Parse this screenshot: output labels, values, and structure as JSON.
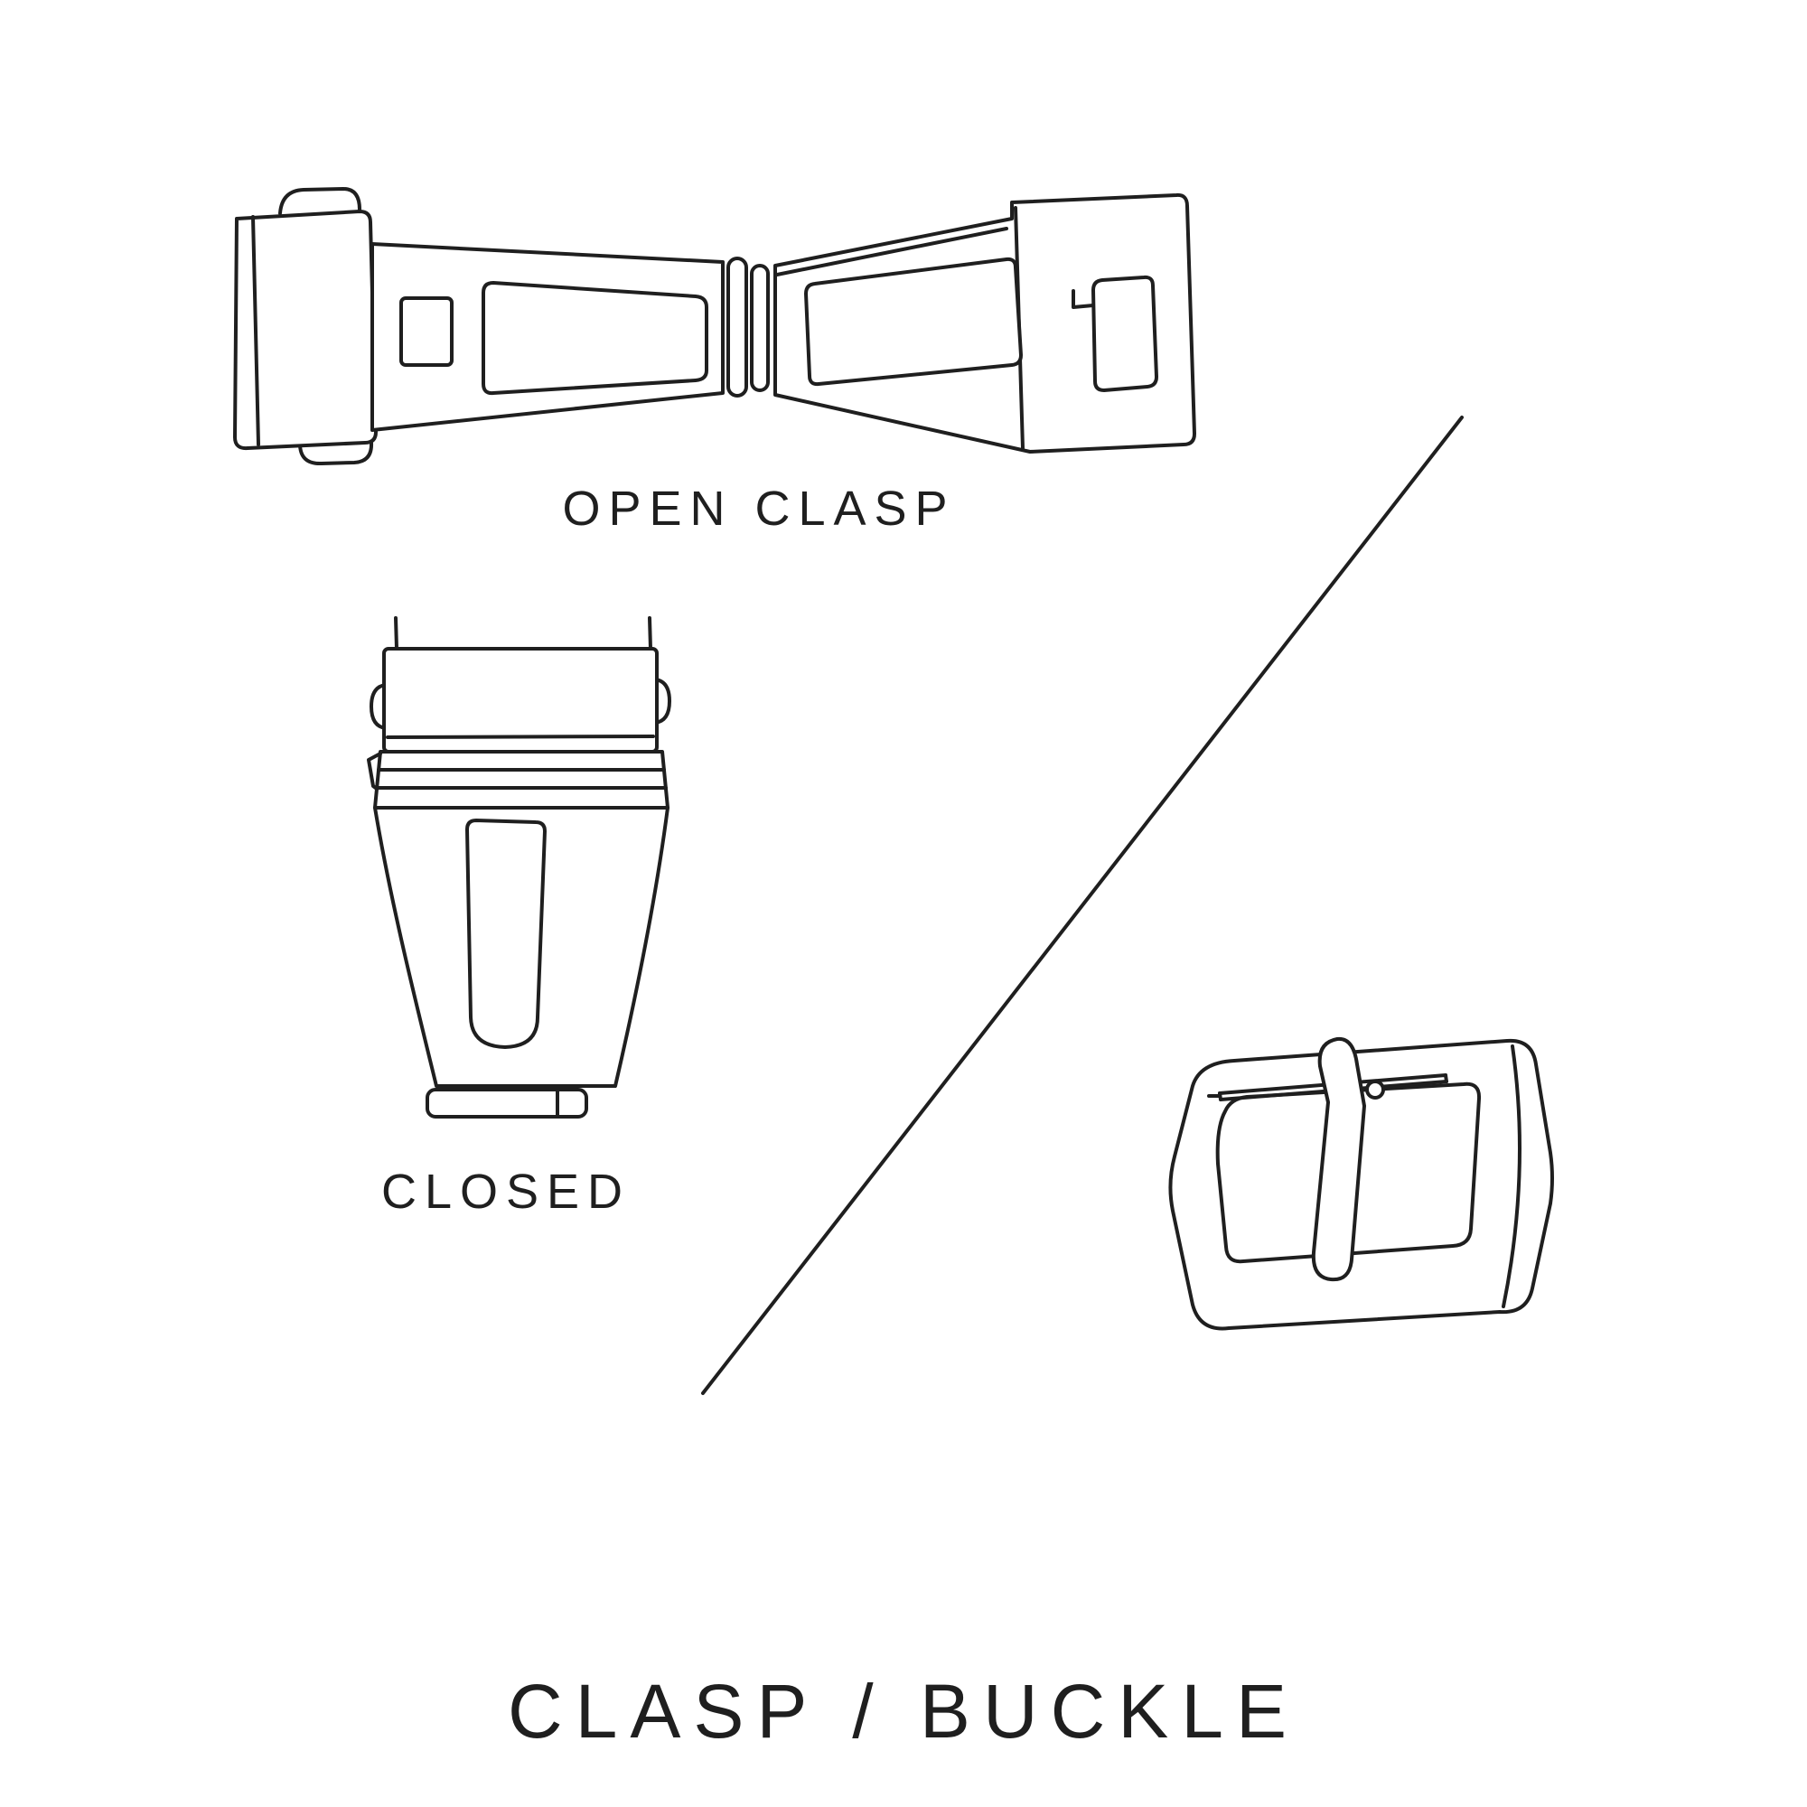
{
  "page": {
    "background_color": "#ffffff",
    "ink_color": "#1f1f1f"
  },
  "figures": [
    {
      "id": "open-clasp",
      "label": "OPEN CLASP"
    },
    {
      "id": "closed-clasp",
      "label": "CLOSED"
    },
    {
      "id": "buckle",
      "label": ""
    }
  ],
  "title": "CLASP / BUCKLE"
}
